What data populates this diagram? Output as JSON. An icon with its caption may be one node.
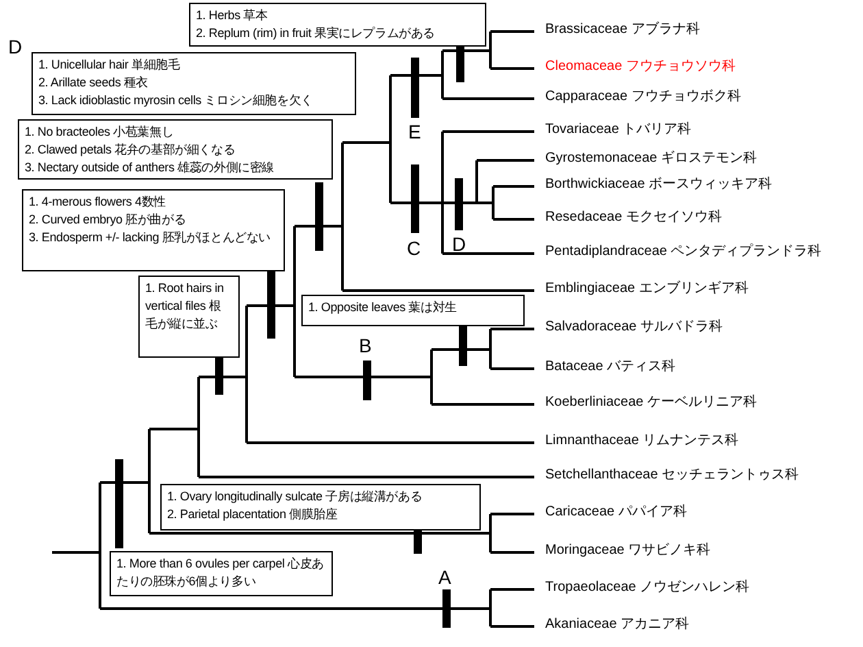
{
  "diagram": {
    "nodes": [
      {
        "text": [
          "1. Herbs 草本",
          "2. Replum (rim) in fruit 果実にレプラムがある"
        ]
      },
      {
        "text": [
          "1. Unicellular hair 単細胞毛",
          "2. Arillate seeds 種衣",
          "3. Lack idioblastic myrosin cells ミロシン細胞を欠く"
        ]
      },
      {
        "text": [
          "1. No bracteoles 小苞葉無し",
          "2. Clawed petals 花弁の基部が細くなる",
          "3. Nectary outside of anthers 雄蕊の外側に密線"
        ]
      },
      {
        "text": [
          "1. 4-merous flowers 4数性",
          "2. Curved embryo 胚が曲がる",
          "3. Endosperm +/- lacking 胚乳がほとんどない"
        ]
      },
      {
        "text": [
          "1. Root hairs in vertical files 根毛が縦に並ぶ"
        ]
      },
      {
        "text": [
          "1. Opposite leaves 葉は対生"
        ]
      },
      {
        "text": [
          "1. Ovary longitudinally sulcate 子房は縦溝がある",
          "2. Parietal placentation 側膜胎座"
        ]
      },
      {
        "text": [
          "1. More than 6 ovules per carpel 心皮あたりの胚珠が6個より多い"
        ]
      },
      {
        "text": [
          "Brassicaceae アブラナ科"
        ]
      },
      {
        "text": [
          "Cleomaceae フウチョウソウ科"
        ]
      },
      {
        "text": [
          "Capparaceae フウチョウボク科"
        ]
      },
      {
        "text": [
          "Tovariaceae トバリア科"
        ]
      },
      {
        "text": [
          "Gyrostemonaceae ギロステモン科"
        ]
      },
      {
        "text": [
          "Borthwickiaceae ボースウィッキア科"
        ]
      },
      {
        "text": [
          "Resedaceae モクセイソウ科"
        ]
      },
      {
        "text": [
          "Pentadiplandraceae ペンタディプランドラ科"
        ]
      },
      {
        "text": [
          "Emblingiaceae エンブリンギア科"
        ]
      },
      {
        "text": [
          "Salvadoraceae サルバドラ科"
        ]
      },
      {
        "text": [
          "Bataceae バティス科"
        ]
      },
      {
        "text": [
          "Koeberliniaceae ケーベルリニア科"
        ]
      },
      {
        "text": [
          "Limnanthaceae リムナンテス科"
        ]
      },
      {
        "text": [
          "Setchellanthaceae セッチェラントゥス科"
        ]
      },
      {
        "text": [
          "Caricaceae パパイア科"
        ]
      },
      {
        "text": [
          "Moringaceae ワサビノキ科"
        ]
      },
      {
        "text": [
          "Tropaeolaceae ノウゼンハレン科"
        ]
      },
      {
        "text": [
          "Akaniaceae アカニア科"
        ]
      }
    ],
    "labels": [
      "D",
      "E",
      "C",
      "D",
      "B",
      "A"
    ]
  }
}
